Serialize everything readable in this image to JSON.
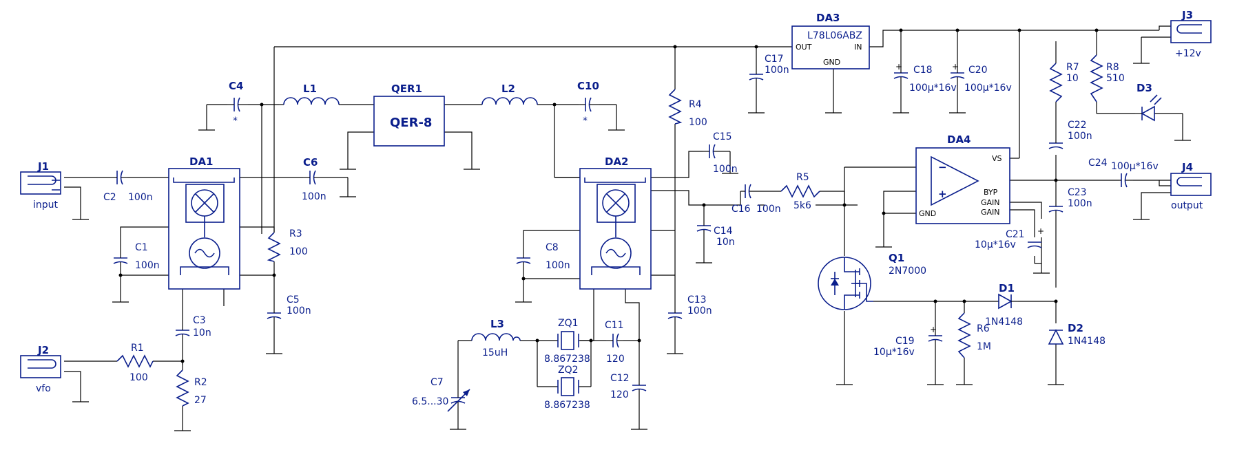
{
  "components": {
    "J1": {
      "ref": "J1",
      "note": "input"
    },
    "J2": {
      "ref": "J2",
      "note": "vfo"
    },
    "J3": {
      "ref": "J3",
      "note": "+12v"
    },
    "J4": {
      "ref": "J4",
      "note": "output"
    },
    "DA1": {
      "ref": "DA1"
    },
    "DA2": {
      "ref": "DA2"
    },
    "DA3": {
      "ref": "DA3",
      "part": "L78L06ABZ",
      "out": "OUT",
      "in": "IN",
      "gnd": "GND"
    },
    "DA4": {
      "ref": "DA4",
      "vs": "VS",
      "byp": "BYP",
      "gain_a": "GAIN",
      "gain_b": "GAIN",
      "gnd": "GND"
    },
    "QER1": {
      "ref": "QER1",
      "part": "QER-8"
    },
    "C1": {
      "ref": "C1",
      "value": "100n"
    },
    "C2": {
      "ref": "C2",
      "value": "100n"
    },
    "C3": {
      "ref": "C3",
      "value": "10n"
    },
    "C4": {
      "ref": "C4",
      "value": "*"
    },
    "C5": {
      "ref": "C5",
      "value": "100n"
    },
    "C6": {
      "ref": "C6",
      "value": "100n"
    },
    "C7": {
      "ref": "C7",
      "value": "6.5...30"
    },
    "C8": {
      "ref": "C8",
      "value": "100n"
    },
    "C10": {
      "ref": "C10",
      "value": "*"
    },
    "C11": {
      "ref": "C11",
      "value": "120"
    },
    "C12": {
      "ref": "C12",
      "value": "120"
    },
    "C13": {
      "ref": "C13",
      "value": "100n"
    },
    "C14": {
      "ref": "C14",
      "value": "10n"
    },
    "C15": {
      "ref": "C15",
      "value": "100n"
    },
    "C16": {
      "ref": "C16",
      "value": "100n"
    },
    "C17": {
      "ref": "C17",
      "value": "100n"
    },
    "C18": {
      "ref": "C18",
      "value": "100µ*16v"
    },
    "C19": {
      "ref": "C19",
      "value": "10µ*16v"
    },
    "C20": {
      "ref": "C20",
      "value": "100µ*16v"
    },
    "C21": {
      "ref": "C21",
      "value": "10µ*16v"
    },
    "C22": {
      "ref": "C22",
      "value": "100n"
    },
    "C23": {
      "ref": "C23",
      "value": "100n"
    },
    "C24": {
      "ref": "C24",
      "value": "100µ*16v"
    },
    "R1": {
      "ref": "R1",
      "value": "100"
    },
    "R2": {
      "ref": "R2",
      "value": "27"
    },
    "R3": {
      "ref": "R3",
      "value": "100"
    },
    "R4": {
      "ref": "R4",
      "value": "100"
    },
    "R5": {
      "ref": "R5",
      "value": "5k6"
    },
    "R6": {
      "ref": "R6",
      "value": "1M"
    },
    "R7": {
      "ref": "R7",
      "value": "10"
    },
    "R8": {
      "ref": "R8",
      "value": "510"
    },
    "L1": {
      "ref": "L1"
    },
    "L2": {
      "ref": "L2"
    },
    "L3": {
      "ref": "L3",
      "value": "15uH"
    },
    "ZQ1": {
      "ref": "ZQ1",
      "value": "8.867238"
    },
    "ZQ2": {
      "ref": "ZQ2",
      "value": "8.867238"
    },
    "Q1": {
      "ref": "Q1",
      "value": "2N7000"
    },
    "D1": {
      "ref": "D1",
      "value": "1N4148"
    },
    "D2": {
      "ref": "D2",
      "value": "1N4148"
    },
    "D3": {
      "ref": "D3"
    }
  }
}
